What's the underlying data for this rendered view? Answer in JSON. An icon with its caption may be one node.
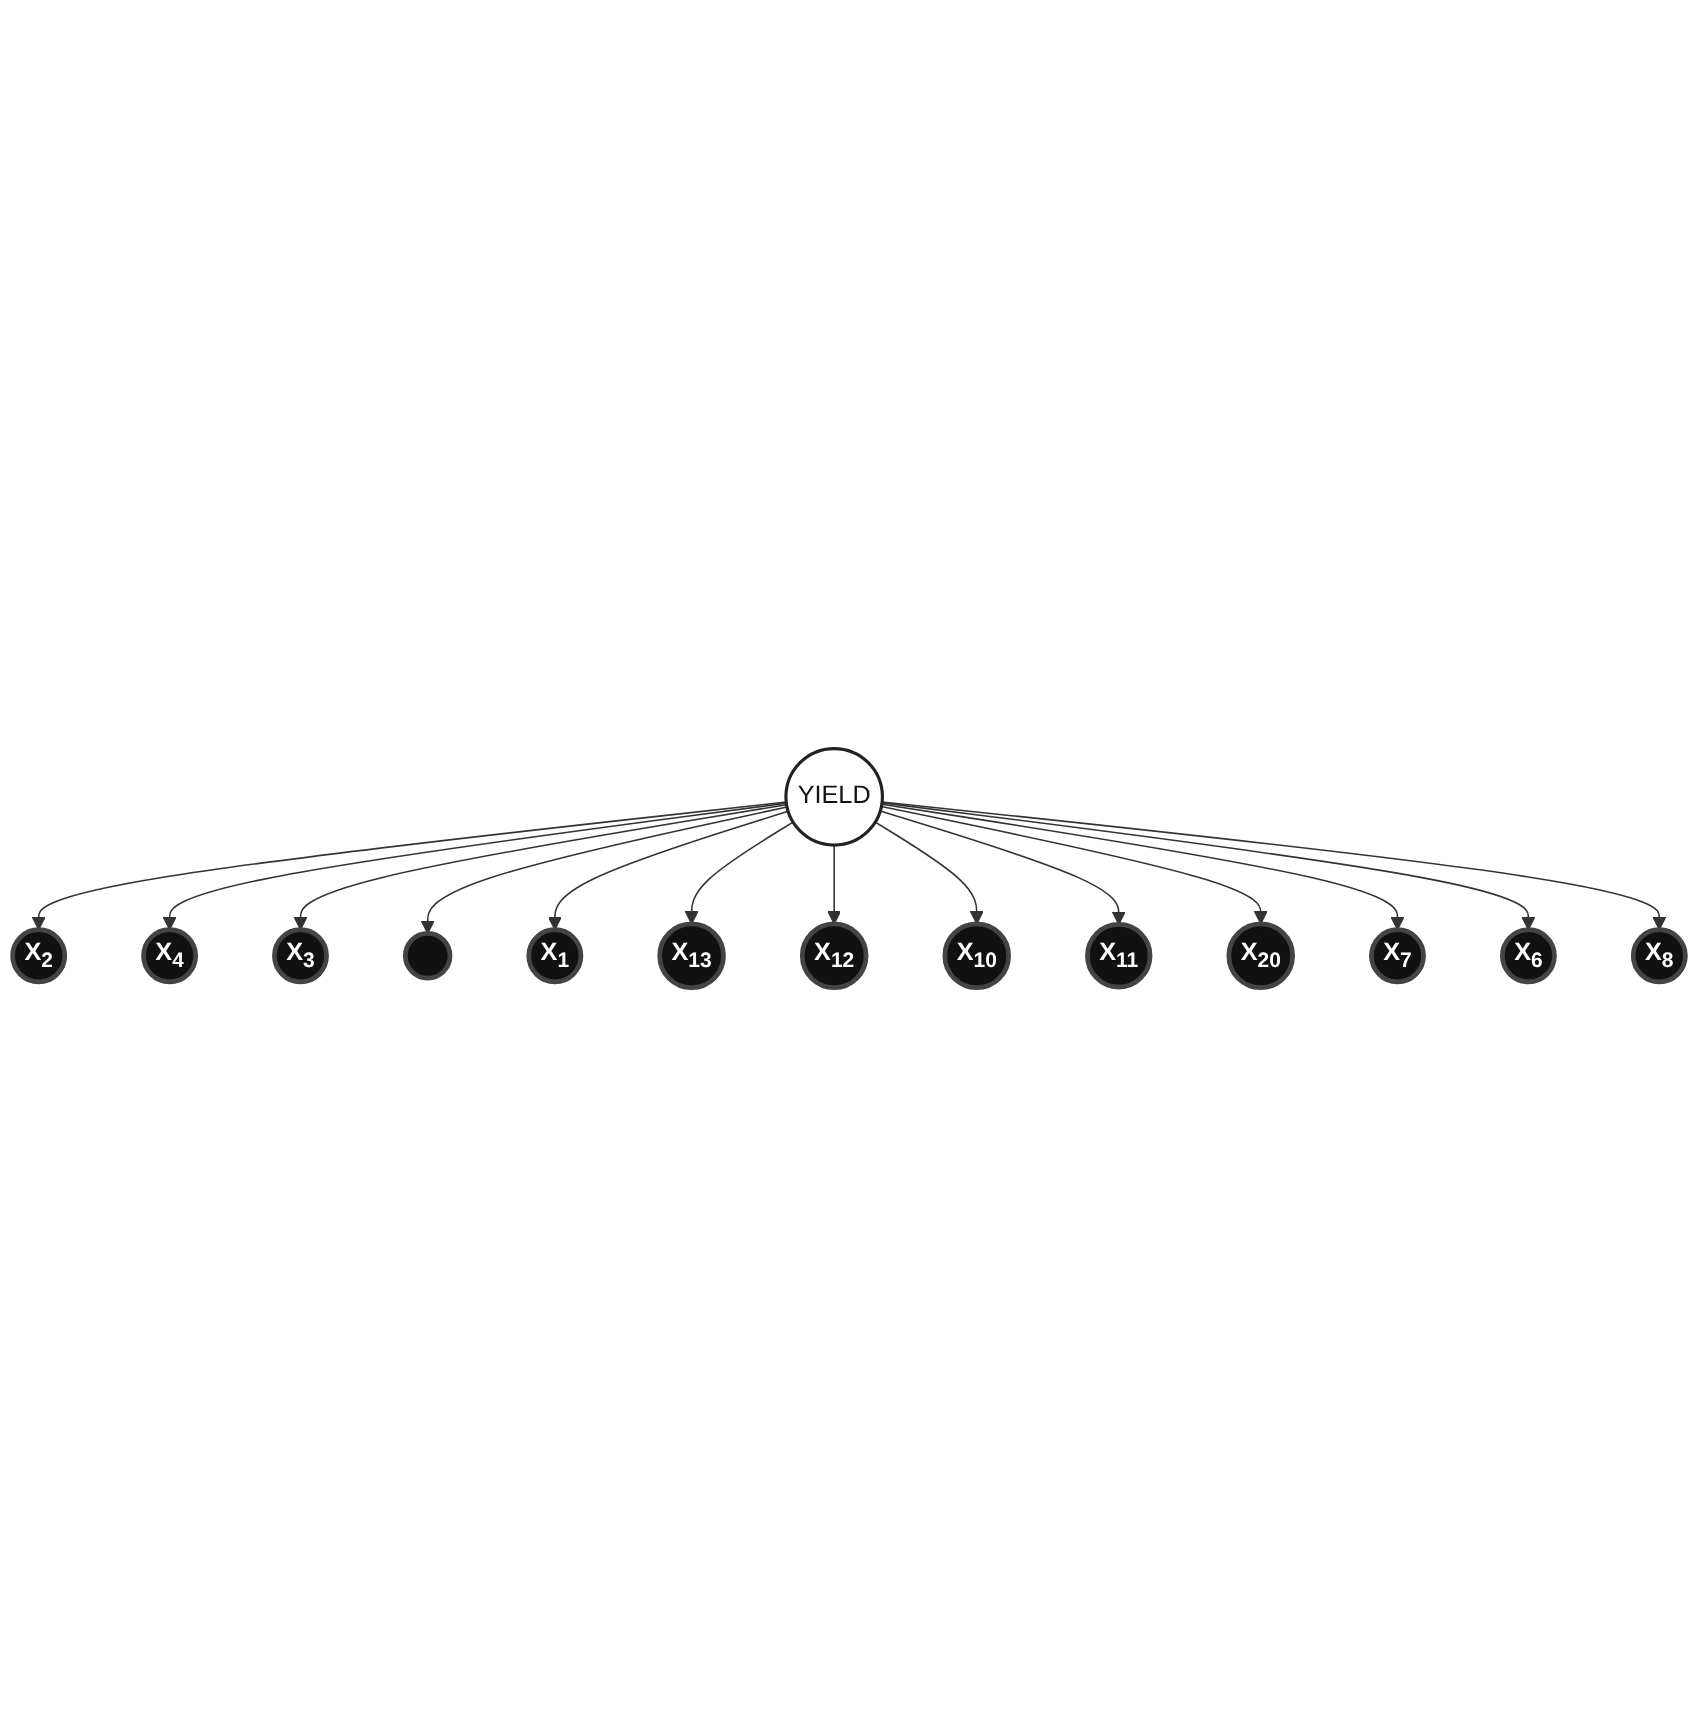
{
  "diagram": {
    "nodes": [
      {
        "text": [
          "YIELD"
        ]
      },
      {
        "text": [
          "X$_{2}$"
        ]
      },
      {
        "text": [
          "X$_{4}$"
        ]
      },
      {
        "text": [
          "X$_{3}$"
        ]
      },
      {
        "text": [],
        "shape": "circle"
      },
      {
        "text": [
          "X$_{1}$"
        ]
      },
      {
        "text": [
          "X$_{13}$"
        ]
      },
      {
        "text": [
          "X$_{12}$"
        ]
      },
      {
        "text": [
          "X$_{10}$"
        ]
      },
      {
        "text": [
          "X$_{11}$"
        ]
      },
      {
        "text": [
          "X$_{20}$"
        ]
      },
      {
        "text": [
          "X$_{7}$"
        ]
      },
      {
        "text": [
          "X$_{6}$"
        ]
      },
      {
        "text": [
          "X$_{8}$"
        ]
      }
    ],
    "edges": [
      {
        "from": 0,
        "to": 1,
        "arrow": "to"
      },
      {
        "from": 0,
        "to": 2,
        "arrow": "to"
      },
      {
        "from": 0,
        "to": 3,
        "arrow": "to"
      },
      {
        "from": 0,
        "to": 4,
        "arrow": "to"
      },
      {
        "from": 0,
        "to": 5,
        "arrow": "to"
      },
      {
        "from": 0,
        "to": 6,
        "arrow": "to"
      },
      {
        "from": 0,
        "to": 7,
        "arrow": "to"
      },
      {
        "from": 0,
        "to": 8,
        "arrow": "to"
      },
      {
        "from": 0,
        "to": 9,
        "arrow": "to"
      },
      {
        "from": 0,
        "to": 10,
        "arrow": "to"
      },
      {
        "from": 0,
        "to": 11,
        "arrow": "to"
      },
      {
        "from": 0,
        "to": 12,
        "arrow": "to"
      },
      {
        "from": 0,
        "to": 13,
        "arrow": "to"
      }
    ]
  }
}
